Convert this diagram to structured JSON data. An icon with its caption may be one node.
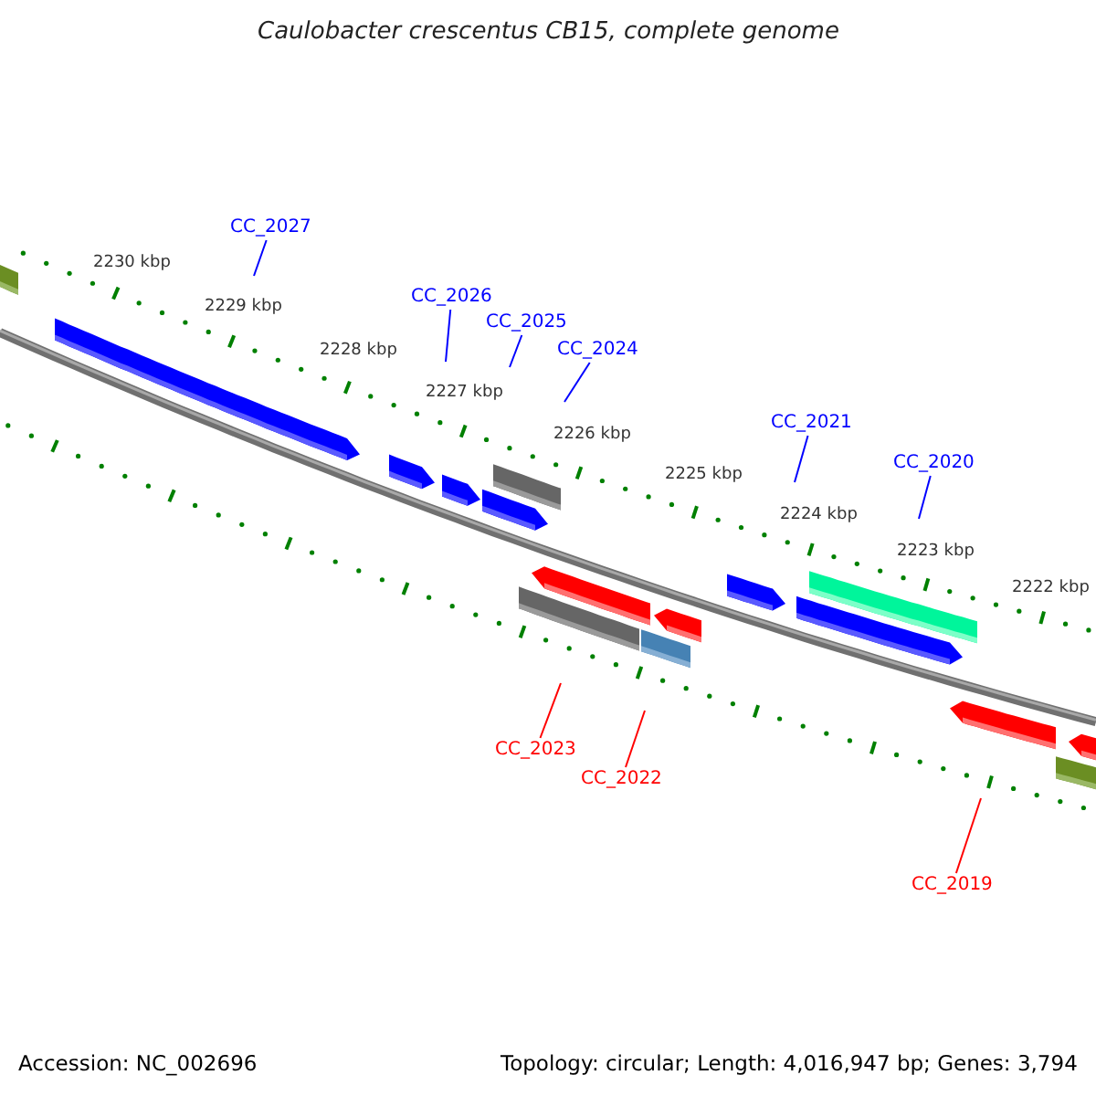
{
  "diagram": {
    "title": "Caulobacter crescentus CB15, complete genome",
    "nodes": [
      {
        "text": [
          "CC_2027"
        ]
      },
      {
        "text": [
          "CC_2026"
        ]
      },
      {
        "text": [
          "CC_2025"
        ]
      },
      {
        "text": [
          "CC_2024"
        ]
      },
      {
        "text": [
          "CC_2021"
        ]
      },
      {
        "text": [
          "CC_2020"
        ]
      },
      {
        "text": [
          "CC_2023"
        ]
      },
      {
        "text": [
          "CC_2022"
        ]
      },
      {
        "text": [
          "CC_2019"
        ]
      }
    ],
    "edges": [
      {
        "from": 0,
        "to": null,
        "arrow": "none"
      },
      {
        "from": 1,
        "to": null,
        "arrow": "none"
      },
      {
        "from": 2,
        "to": null,
        "arrow": "none"
      },
      {
        "from": 3,
        "to": null,
        "arrow": "none"
      },
      {
        "from": 4,
        "to": null,
        "arrow": "none"
      },
      {
        "from": 5,
        "to": null,
        "arrow": "none"
      },
      {
        "from": 6,
        "to": null,
        "arrow": "none",
        "color": "#ff0000"
      },
      {
        "from": 7,
        "to": null,
        "arrow": "none",
        "color": "#ff0000"
      },
      {
        "from": 8,
        "to": null,
        "arrow": "none",
        "color": "#ff0000"
      }
    ],
    "labels": [
      "2230 kbp",
      "2229 kbp",
      "2228 kbp",
      "2227 kbp",
      "2226 kbp",
      "2225 kbp",
      "2224 kbp",
      "2223 kbp",
      "2222 kbp",
      "Accession: NC_002696",
      "Topology: circular; Length: 4,016,947 bp; Genes: 3,794"
    ]
  }
}
